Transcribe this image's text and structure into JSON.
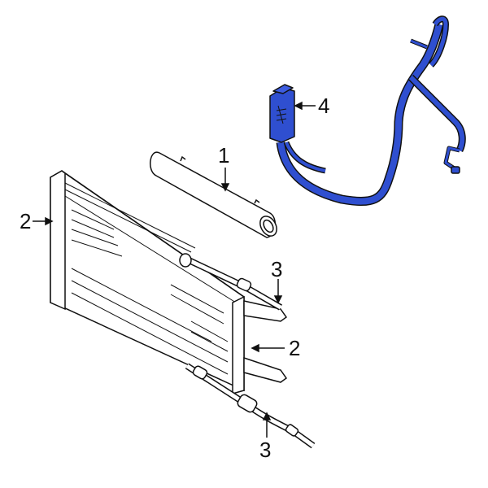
{
  "diagram": {
    "type": "exploded parts diagram",
    "subject": "Transmission oil cooler assembly",
    "highlight_color": "#2f4fd0",
    "outline_color": "#111111",
    "background": "#ffffff"
  },
  "callouts": [
    {
      "id": "c1",
      "label": "1",
      "part": "cooler tube (cylinder)"
    },
    {
      "id": "c2a",
      "label": "2",
      "part": "oil cooler (left side)"
    },
    {
      "id": "c2b",
      "label": "2",
      "part": "oil cooler bracket (right side)"
    },
    {
      "id": "c3a",
      "label": "3",
      "part": "upper cooler line"
    },
    {
      "id": "c3b",
      "label": "3",
      "part": "lower cooler line"
    },
    {
      "id": "c4",
      "label": "4",
      "part": "hose assembly (highlighted)"
    }
  ]
}
